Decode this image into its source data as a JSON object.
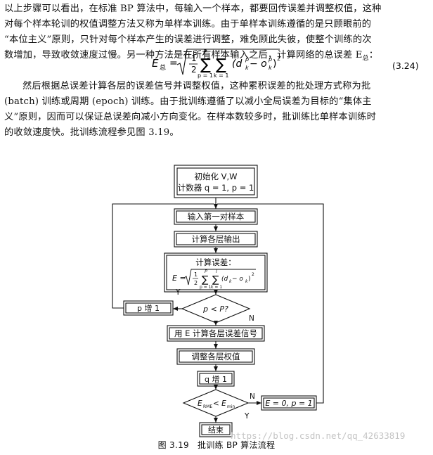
{
  "paragraph_1": {
    "line_1": "以上步骤可以看出，在标准 BP 算法中，每输入一个样本，都要回传误差并调整权值，这种",
    "line_2": "对每个样本轮训的权值调整方法又称为单样本训练。由于单样本训练遵循的是只顾眼前的",
    "line_3": "“本位主义”原则，只针对每个样本产生的误差进行调整，难免顾此失彼，使整个训练的次",
    "line_4": "数增加，导致收敛速度过慢。另一种方法是在所有样本输入之后，计算网络的总误差 E",
    "line_4_sub": "总",
    "line_4_end": "："
  },
  "equation": {
    "lhs": "E",
    "lhs_sub": "总",
    "equals": "=",
    "frac_num": "1",
    "frac_den": "2",
    "sum1_top": "P",
    "sum1_bottom": "p = 1",
    "sum2_top": "l",
    "sum2_bottom": "k = 1",
    "body_open": "(d",
    "d_sup": "p",
    "d_sub": "k",
    "minus": " − o",
    "o_sup": "p",
    "o_sub": "k",
    "body_close": ")",
    "square": "2",
    "number": "(3.24)"
  },
  "paragraph_2": {
    "line_1": "然后根据总误差计算各层的误差信号并调整权值，这种累积误差的批处理方式称为批",
    "line_2": "(batch) 训练或周期 (epoch) 训练。由于批训练遵循了以减小全局误差为目标的“集体主",
    "line_3": "义”原则，因而可以保证总误差向减小方向变化。在样本数较多时，批训练比单样本训练时",
    "line_4": "的收敛速度快。批训练流程参见图 3.19。"
  },
  "flowchart": {
    "init_line_1": "初始化 V,W",
    "init_line_2": "计数器 q = 1, p = 1",
    "input": "输入第一对样本",
    "compute_output": "计算各层输出",
    "compute_error_title": "计算误差：",
    "error_formula": {
      "lhs": "E =",
      "num": "1",
      "den": "2",
      "sum1_top": "P",
      "sum1_bottom": "p = 1",
      "sum2_top": "l",
      "sum2_bottom": "k = 1",
      "body": "(d",
      "body_d_sub": "k",
      "body_mid": " − o",
      "body_o_sub": "k",
      "body_end": ")",
      "square": "2"
    },
    "decision_1": "p < P?",
    "yes_label": "Y",
    "no_label_1": "N",
    "p_increment": "p 增 1",
    "compute_signal": "用 E 计算各层误差信号",
    "adjust_weights": "调整各层权值",
    "q_increment": "q 增 1",
    "decision_2_main": "E",
    "decision_2_sub": "RME",
    "decision_2_lt": " < E",
    "decision_2_sub2": "min",
    "yes_label_2": "Y",
    "no_label_2": "N",
    "reset": "E = 0, p = 1",
    "end": "结束"
  },
  "caption": {
    "number": "图 3.19",
    "title": "批训练 BP 算法流程"
  },
  "watermark": "https://blog.csdn.net/qq_42633819"
}
